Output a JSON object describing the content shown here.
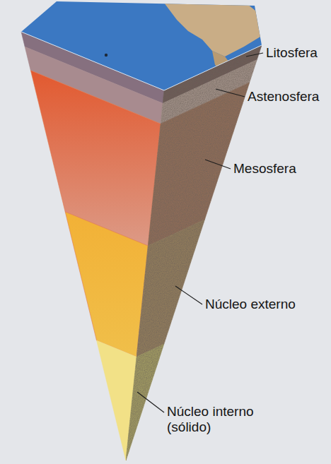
{
  "diagram": {
    "labels": [
      "Litosfera",
      "Astenosfera",
      "Mesosfera",
      "Núcleo externo",
      "Núcleo interno (sólido)"
    ]
  }
}
